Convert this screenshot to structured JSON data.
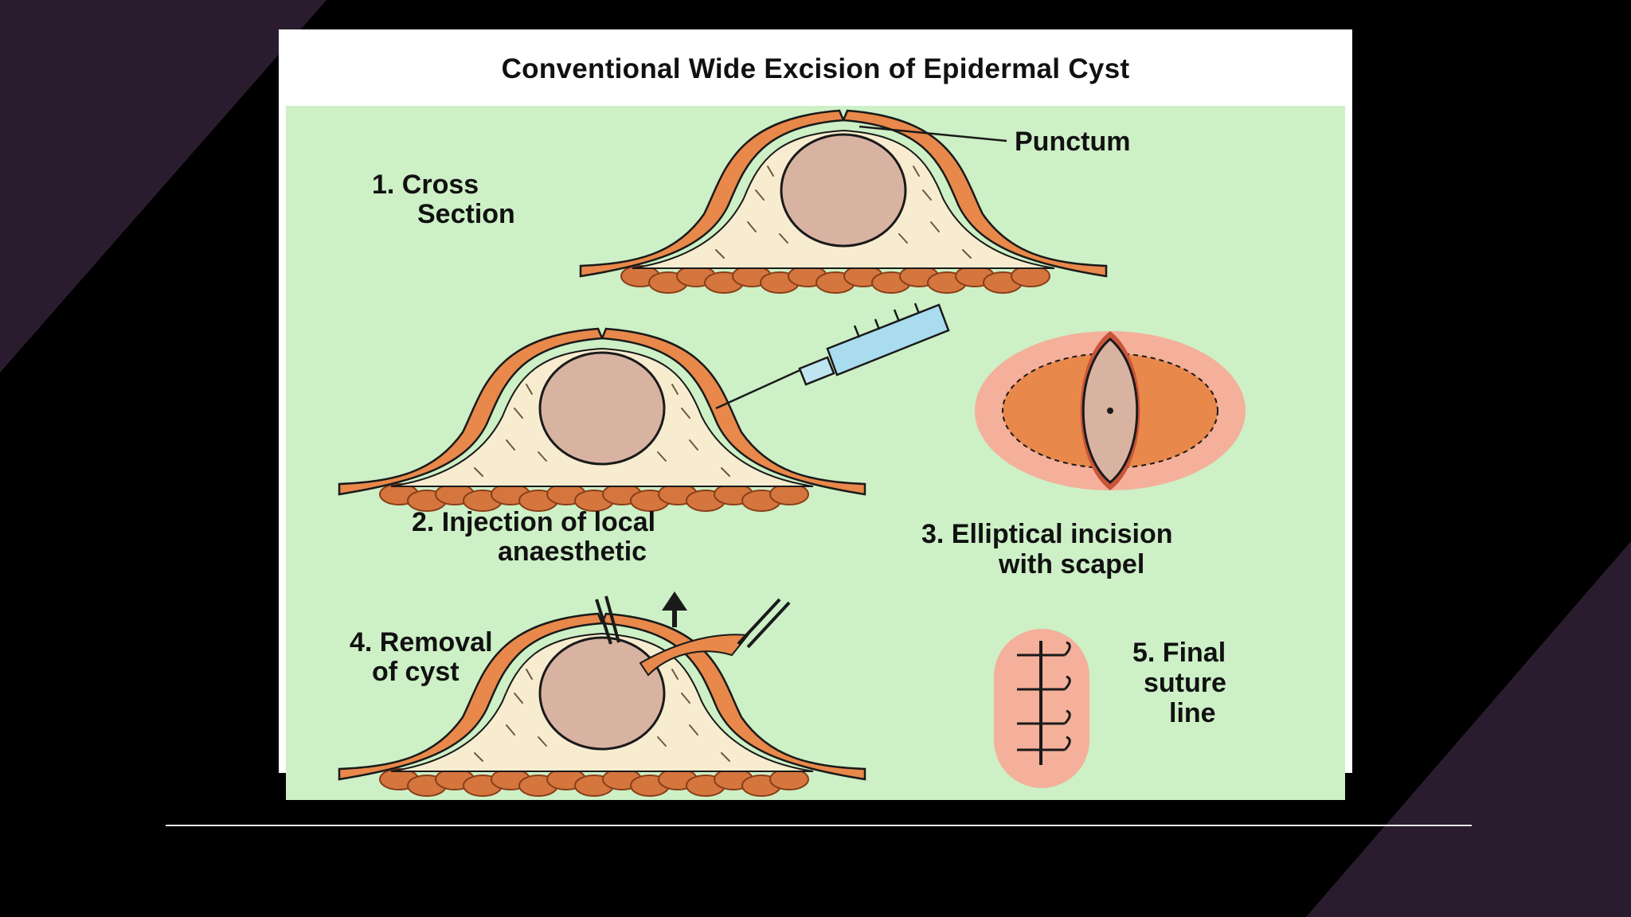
{
  "slide": {
    "colors": {
      "background": "#000000",
      "accent": "#2a1c2e",
      "rule": "#e8e8e8"
    }
  },
  "figure": {
    "title": "Conventional Wide Excision of Epidermal Cyst",
    "colors": {
      "panel": "#cdf0c6",
      "skin": "#e8884a",
      "cyst": "#d9b3a2",
      "fat": "#d4763e",
      "areolar": "#f7eccf",
      "ink": "#1a1a1a"
    },
    "labels": {
      "punctum": "Punctum",
      "step1_line1": "1. Cross",
      "step1_line2": "Section",
      "step2_line1": "2. Injection of local",
      "step2_line2": "anaesthetic",
      "step3_line1": "3. Elliptical incision",
      "step3_line2": "with scapel",
      "step4_line1": "4. Removal",
      "step4_line2": "of cyst",
      "step5_line1": "5. Final",
      "step5_line2": "suture",
      "step5_line3": "line"
    },
    "icons": {
      "syringe": "syringe-icon",
      "forceps": "forceps-icon",
      "arrow": "up-arrow-icon",
      "suture": "suture-line-icon"
    }
  }
}
